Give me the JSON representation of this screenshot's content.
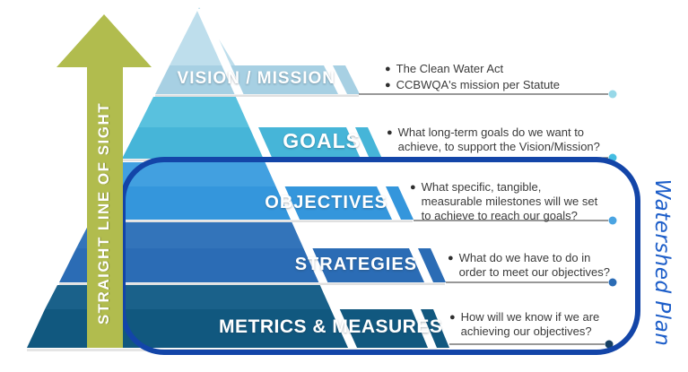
{
  "diagram": {
    "type": "strategic-alignment-pyramid",
    "background": "#ffffff"
  },
  "arrow": {
    "label": "STRAIGHT LINE OF SIGHT",
    "color": "#b1bc4e"
  },
  "watershed": {
    "label": "Watershed Plan",
    "border_color": "#1345a8",
    "text_color": "#1d5ec9"
  },
  "bullet": "●",
  "note_text_color": "#3b3b3b",
  "levels": [
    {
      "label": "VISION / MISSION",
      "band_color": "#a7d0e3",
      "upper_color": "#bedeec",
      "dot_color": "#97d8e8",
      "lines": [
        "The Clean Water Act",
        "CCBWQA's mission per Statute"
      ]
    },
    {
      "label": "GOALS",
      "band_color": "#46b5d8",
      "upper_color": "#59c1de",
      "dot_color": "#44bde2",
      "lines": [
        "What long-term goals do we want to",
        "achieve, to support the Vision/Mission?"
      ]
    },
    {
      "label": "OBJECTIVES",
      "band_color": "#3496dc",
      "upper_color": "#42a0e0",
      "dot_color": "#4aa4e2",
      "lines": [
        "What specific, tangible,",
        "measurable milestones will we set",
        "to achieve to reach our goals?"
      ]
    },
    {
      "label": "STRATEGIES",
      "band_color": "#2b6cb5",
      "upper_color": "#3374ba",
      "dot_color": "#2b6cb5",
      "lines": [
        "What do we have to do in",
        "order to meet our objectives?"
      ]
    },
    {
      "label": "METRICS & MEASURES",
      "band_color": "#11587f",
      "upper_color": "#1a618a",
      "dot_color": "#153f63",
      "lines": [
        "How will we know if we are",
        "achieving our objectives?"
      ]
    }
  ]
}
